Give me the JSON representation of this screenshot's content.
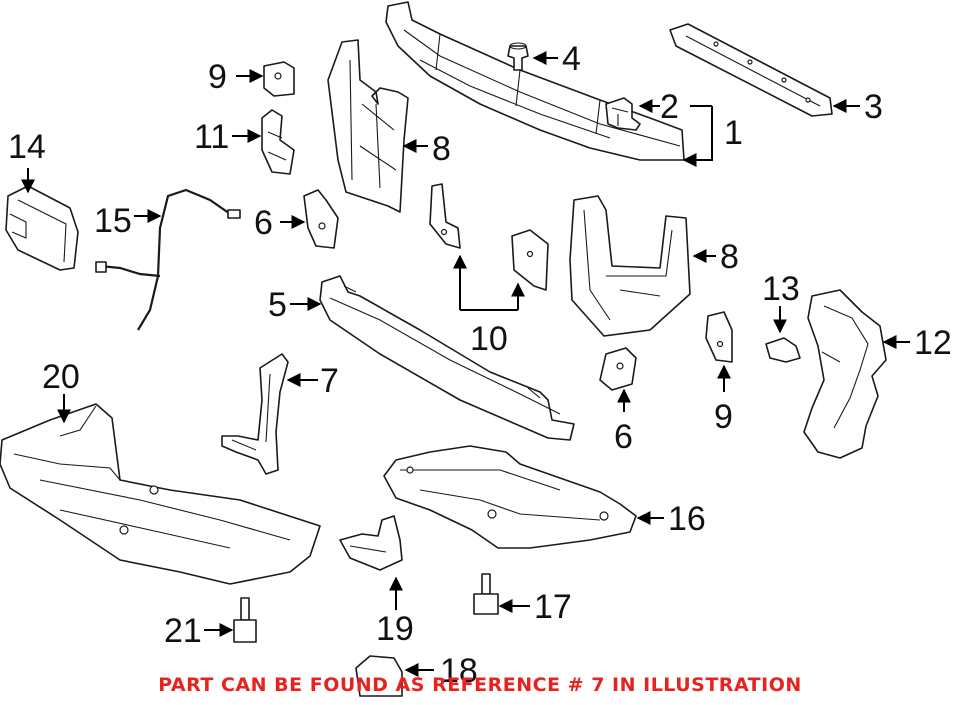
{
  "callouts": [
    "1",
    "2",
    "3",
    "4",
    "5",
    "6",
    "7",
    "8",
    "9",
    "10",
    "11",
    "12",
    "13",
    "14",
    "15",
    "16",
    "17",
    "18",
    "19",
    "20",
    "21"
  ],
  "repeat_labels": {
    "six_b": "6",
    "eight_b": "8",
    "nine_b": "9"
  },
  "note": {
    "text": "PART CAN BE FOUND AS REFERENCE # 7 IN ILLUSTRATION",
    "color": "#e8231f"
  }
}
